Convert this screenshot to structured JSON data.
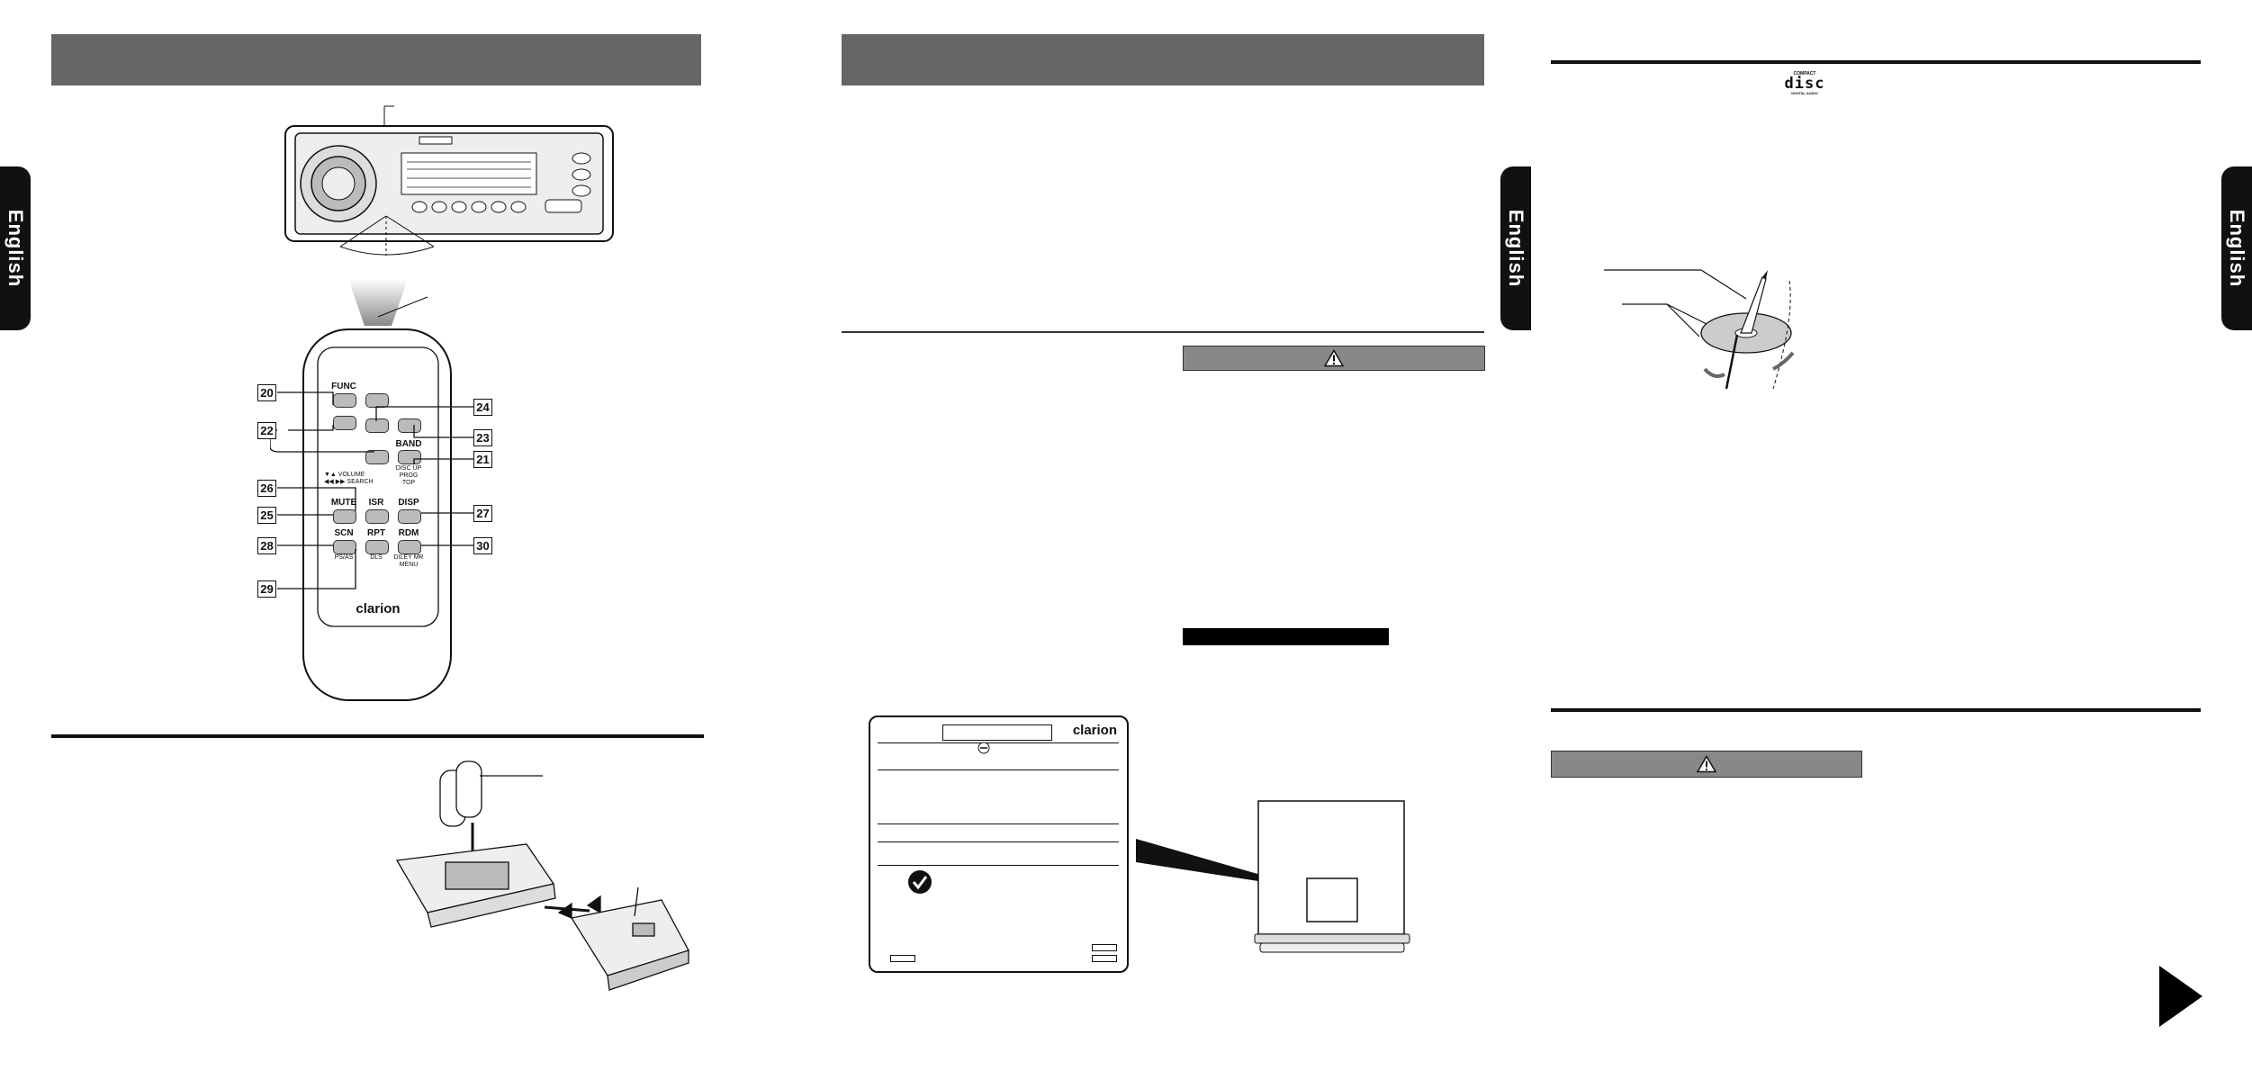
{
  "side_tabs": {
    "left": "English",
    "middle": "English",
    "right": "English"
  },
  "remote": {
    "brand": "clarion",
    "buttons": [
      {
        "label": "FUNC",
        "sub": ""
      },
      {
        "label": "BAND",
        "sub": "DISC UP\nPROG\nTOP"
      },
      {
        "label": "MUTE",
        "sub": ""
      },
      {
        "label": "ISR",
        "sub": ""
      },
      {
        "label": "DISP",
        "sub": ""
      },
      {
        "label": "SCN",
        "sub": "PS/AS"
      },
      {
        "label": "RPT",
        "sub": "DLS"
      },
      {
        "label": "RDM",
        "sub": "DILEY MR\nMENU"
      }
    ],
    "side_text_1": "▼▲ VOLUME",
    "side_text_2": "◀◀ ▶▶ SEARCH",
    "callouts": [
      "20",
      "22",
      "26",
      "25",
      "28",
      "29",
      "24",
      "23",
      "21",
      "27",
      "30"
    ]
  },
  "label_card": {
    "brand": "clarion"
  },
  "cd_logo": {
    "top": "COMPACT",
    "main": "disc",
    "bottom": "DIGITAL AUDIO"
  },
  "icons": [
    "warning-triangle-icon",
    "next-page-arrow-icon",
    "approval-check-icon",
    "minus-circle-icon"
  ]
}
